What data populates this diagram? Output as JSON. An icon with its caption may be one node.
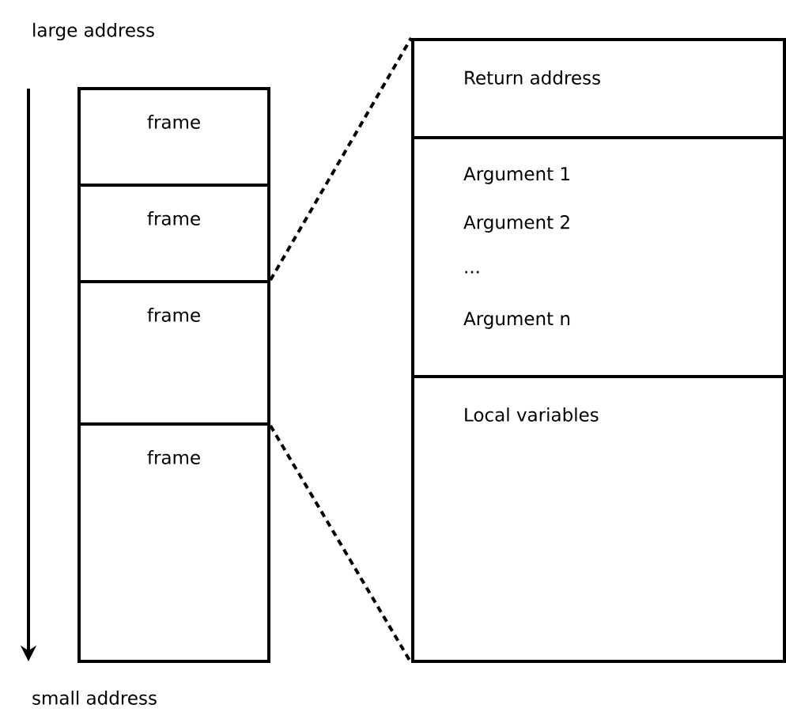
{
  "diagram": {
    "nodes": [
      {
        "text": [
          "frame"
        ]
      },
      {
        "text": [
          "frame"
        ]
      },
      {
        "text": [
          "frame"
        ]
      },
      {
        "text": [
          "frame"
        ]
      },
      {
        "text": [
          "Return address"
        ]
      },
      {
        "text": [
          "Argument 1",
          "Argument 2",
          "...",
          "Argument n"
        ]
      },
      {
        "text": [
          "Local variables"
        ]
      }
    ],
    "edges": [
      {
        "from": 2,
        "to": 4,
        "arrow": "none",
        "style": "dashed"
      },
      {
        "from": 2,
        "to": 6,
        "arrow": "none",
        "style": "dashed"
      }
    ],
    "labels": [
      "large address",
      "small address"
    ]
  }
}
